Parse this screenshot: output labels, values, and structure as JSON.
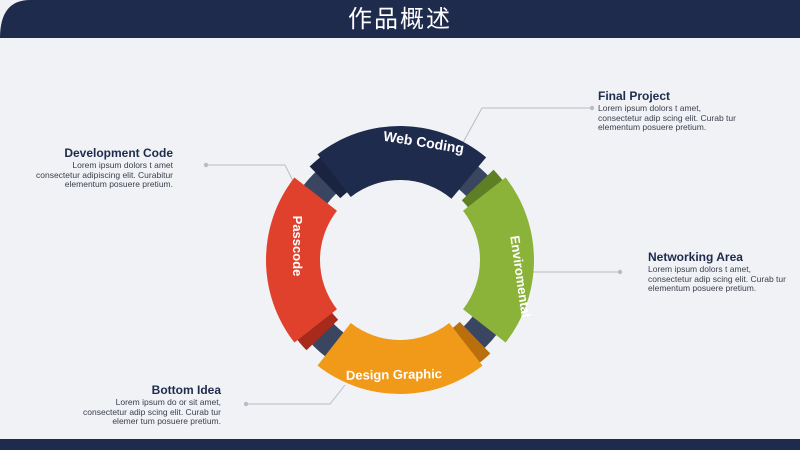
{
  "header": {
    "title": "作品概述",
    "color": "#1e2b4c"
  },
  "segments": [
    {
      "key": "web",
      "label": "Web Coding",
      "color": "#1e2b4c",
      "dark": "#1a2340"
    },
    {
      "key": "env",
      "label": "Enviromental",
      "color": "#8bb33a",
      "dark": "#5f7f25"
    },
    {
      "key": "design",
      "label": "Design Graphic",
      "color": "#f19a1a",
      "dark": "#b9700c"
    },
    {
      "key": "pass",
      "label": "Passcode",
      "color": "#e0412c",
      "dark": "#a82a1b"
    }
  ],
  "connector_color": "#3a4660",
  "annotations": {
    "final_project": {
      "title": "Final Project",
      "lines": [
        "Lorem ipsum dolors t amet,",
        "consectetur adip scing elit. Curab tur",
        "elementum posuere pretium."
      ]
    },
    "development_code": {
      "title": "Development Code",
      "lines": [
        "Lorem ipsum dolors t amet",
        "consectetur adipiscing elit. Curabitur",
        "elementum posuere pretium."
      ]
    },
    "networking_area": {
      "title": "Networking Area",
      "lines": [
        "Lorem ipsum dolors t amet,",
        "consectetur adip scing elit. Curab tur",
        "elementum posuere pretium."
      ]
    },
    "bottom_idea": {
      "title": "Bottom Idea",
      "lines": [
        "Lorem ipsum do or sit amet,",
        "consectetur adip scing elit. Curab tur",
        "elemer tum posuere pretium."
      ]
    }
  }
}
